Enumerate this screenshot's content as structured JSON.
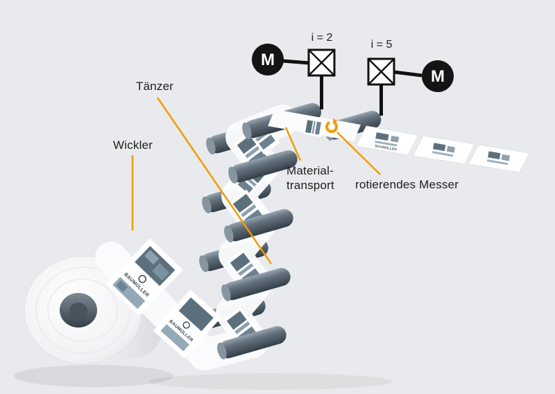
{
  "background_color": "#e8eaed",
  "accent_color": "#f39b00",
  "labels": {
    "wickler": "Wickler",
    "taenzer": "Tänzer",
    "material_line1": "Material-",
    "material_line2": "transport",
    "messer": "rotierendes Messer"
  },
  "gearboxes": [
    {
      "ratio": "i = 2"
    },
    {
      "ratio": "i = 5"
    }
  ],
  "motors": [
    {
      "label": "M"
    },
    {
      "label": "M"
    }
  ],
  "brand": {
    "name": "BAUMÜLLER"
  },
  "icons": {
    "rotary_knife": "rotary-knife-icon",
    "motor": "motor-circle-icon",
    "gearbox": "gearbox-crossed-box-icon"
  }
}
